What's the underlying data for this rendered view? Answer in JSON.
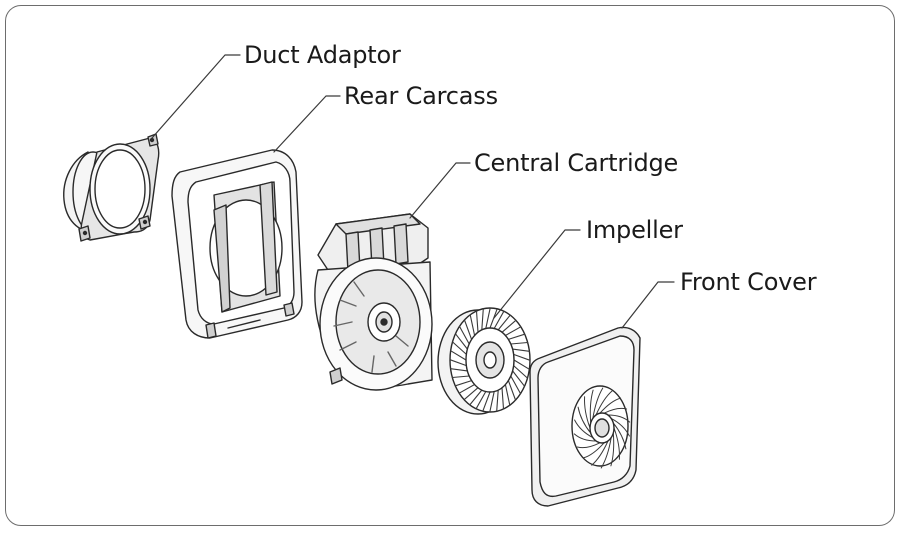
{
  "labels": {
    "duct_adaptor": "Duct Adaptor",
    "rear_carcass": "Rear Carcass",
    "central_cartridge": "Central Cartridge",
    "impeller": "Impeller",
    "front_cover": "Front Cover"
  },
  "colors": {
    "line": "#2a2a2a",
    "leader": "#3a3a3a",
    "shade": "#d4d4d4",
    "light": "#ececec",
    "frame": "#6d6d6d"
  }
}
